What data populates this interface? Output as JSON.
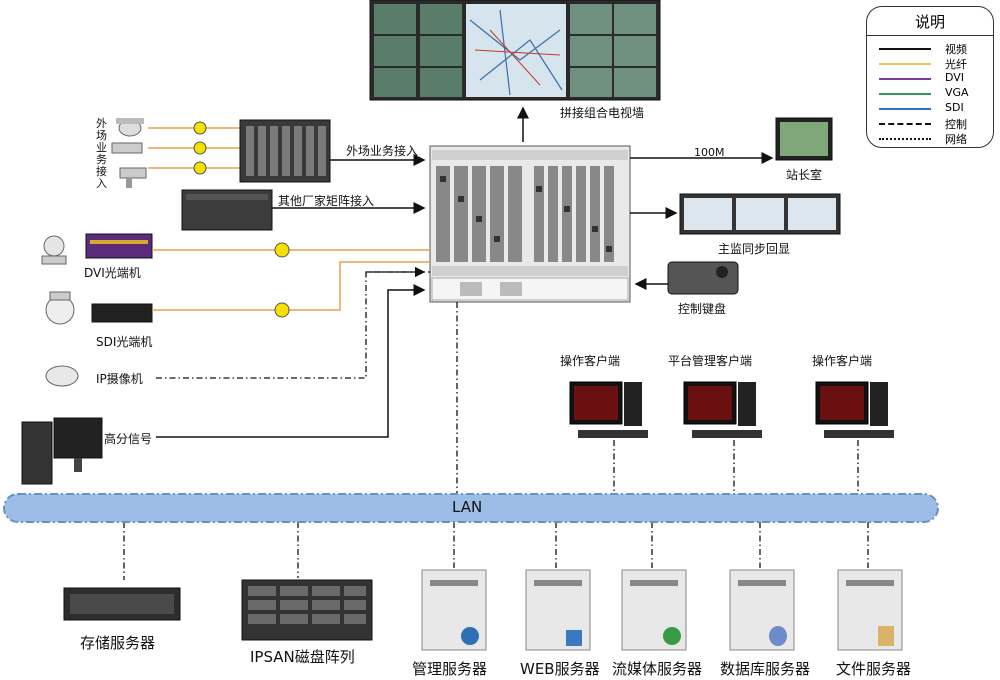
{
  "legend": {
    "title": "说明",
    "items": [
      {
        "label": "视频",
        "color": "#111111",
        "style": "solid"
      },
      {
        "label": "光纤",
        "color": "#e8c64a",
        "style": "solid"
      },
      {
        "label": "DVI",
        "color": "#7d3ca0",
        "style": "solid"
      },
      {
        "label": "VGA",
        "color": "#2f9a58",
        "style": "solid"
      },
      {
        "label": "SDI",
        "color": "#2c72c0",
        "style": "solid"
      },
      {
        "label": "控制",
        "color": "#111111",
        "style": "dashed"
      },
      {
        "label": "网络",
        "color": "#111111",
        "style": "dashdot"
      }
    ]
  },
  "labels": {
    "video_wall": "拼接组合电视墙",
    "field_cameras": "外场业务接入",
    "field_input": "外场业务接入",
    "other_matrix": "其他厂家矩阵接入",
    "dvi_optical": "DVI光端机",
    "sdi_optical": "SDI光端机",
    "ip_camera": "IP摄像机",
    "hd_signal": "高分信号",
    "link_speed": "100M",
    "station_room": "站长室",
    "sync_display": "主监同步回显",
    "control_keyboard": "控制键盘",
    "op_client_1": "操作客户端",
    "platform_client": "平台管理客户端",
    "op_client_2": "操作客户端",
    "lan": "LAN",
    "storage_server": "存储服务器",
    "ipsan": "IPSAN磁盘阵列",
    "mgmt_server": "管理服务器",
    "web_server": "WEB服务器",
    "media_server": "流媒体服务器",
    "db_server": "数据库服务器",
    "file_server": "文件服务器"
  },
  "colors": {
    "fiber": "#e8a24a",
    "lan_fill": "#9cbde6",
    "lan_stroke": "#6a8fc2"
  }
}
